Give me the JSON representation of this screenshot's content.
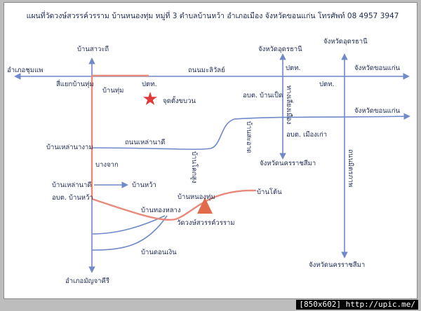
{
  "title": "แผนที่วัดวงษ์สวรรค์วรราม บ้านหนองทุ่ม หมู่ที่ 3 ตำบลบ้านหว้า อำเภอเมือง จังหวัดขอนแก่น โทรศัพท์ 08 4957 3947",
  "colors": {
    "road": "#6f89c9",
    "route": "#e8897a",
    "star": "#e03a3a",
    "temple": "#e06a4a"
  },
  "labels": {
    "ban_sawathi": "บ้านสาวะถี",
    "chang_udon_1": "จังหวัดอุดรธานี",
    "chang_udon_2": "จังหวัดอุดรธานี",
    "amphoe_chumphae": "อำเภอชุมแพ",
    "mittraphap_road": "ถนนมะลิวัลย์",
    "chang_khonkaen_1": "จังหวัดขอนแก่น",
    "sieng_ban_thum": "สี่แยกบ้านทุ่ม",
    "ban_thum": "บ้านทุ่ม",
    "pt_1": "ปตท.",
    "pt_2": "ปตท.",
    "pt_3": "ปตท.",
    "start_point": "จุดตั้งขบวน",
    "obt_ban_ped": "อบต. บ้านเป็ด",
    "bypass_road": "ทางเลี่ยงเมือง",
    "chang_khonkaen_2": "จังหวัดขอนแก่น",
    "ban_sa_thong": "บ้านสะอาด",
    "obt_muang_kao": "อบต. เมืองเก่า",
    "ban_lao_nangam": "บ้านเหล่านางาม",
    "lao_na_di_road": "ถนนเหล่านาดี",
    "ban_khok_sung": "บ้านโคกสูง",
    "chang_korat_1": "จังหวัดนครราชสีมา",
    "mittraphap_2": "ถนนมิตรภาพ",
    "bang_chak": "บางจาก",
    "ban_lao_na_di": "บ้านเหล่านาดี",
    "ban_wa": "บ้านหว้า",
    "obt_ban_wa": "อบต. บ้านหว้า",
    "ban_nong_thum": "บ้านหนองทุ่ม",
    "ban_ton": "บ้านโต้น",
    "ban_thong_lang": "บ้านทองหลาง",
    "wat_name": "วัดวงษ์สวรรค์วรราม",
    "ban_don_ngoen": "บ้านดอนเงิน",
    "chang_korat_2": "จังหวัดนครราชสีมา",
    "amphoe_manchakhiri": "อำเภอมัญจาคีรี"
  },
  "watermark": "[850x602] http://upic.me/"
}
